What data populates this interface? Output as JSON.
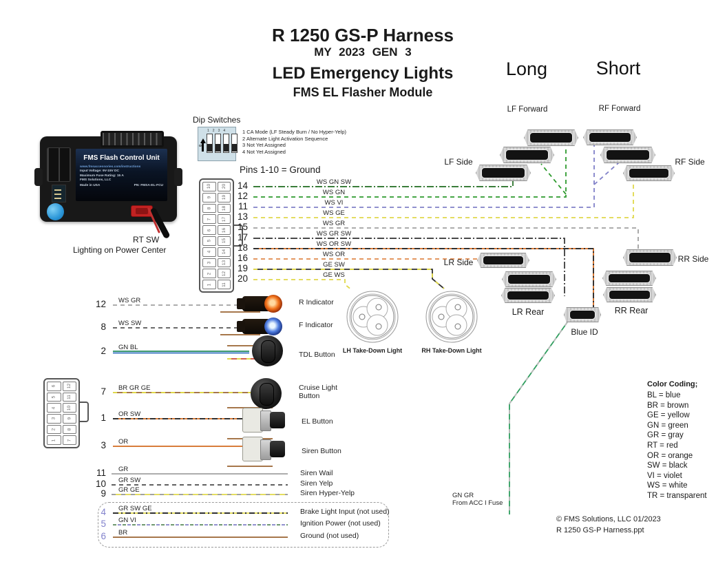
{
  "title": {
    "line1": "R 1250 GS-P Harness",
    "line2": "MY 2023 GEN 3",
    "line3": "LED Emergency Lights",
    "line4": "FMS EL Flasher Module"
  },
  "headers": {
    "long": "Long",
    "short": "Short"
  },
  "dip_switches": {
    "label": "Dip Switches",
    "on_label": "ON",
    "switch_numbers": [
      "1",
      "2",
      "3",
      "4"
    ],
    "notes": [
      "1  CA Mode (LF Steady Burn / No Hyper-Yelp)",
      "2  Alternate Light Activation Sequence",
      "3  Not Yet Assigned",
      "4  Not Yet Assigned"
    ]
  },
  "pins_ground_note": "Pins 1-10 = Ground",
  "controller": {
    "panel_title": "FMS Flash Control Unit",
    "panel_lines": [
      "www.fmsaccessories.com/instructions",
      "Input Voltage:  9V-15V DC",
      "Maximum Fuse Rating:  15 A",
      "FMS Solutions, LLC"
    ],
    "made_in": "Made in USA",
    "pn": "PN:  FMSA-EL-FCU",
    "caption_line1": "RT SW",
    "caption_line2": "Lighting on Power Center"
  },
  "connector20": {
    "left_col": [
      "10",
      "9",
      "8",
      "7",
      "6",
      "5",
      "4",
      "3",
      "2",
      "1"
    ],
    "right_col": [
      "20",
      "19",
      "18",
      "17",
      "16",
      "15",
      "14",
      "13",
      "12",
      "11"
    ]
  },
  "connector12": {
    "left_col": [
      "6",
      "5",
      "4",
      "3",
      "2",
      "1"
    ],
    "right_col": [
      "12",
      "11",
      "10",
      "9",
      "8",
      "7"
    ]
  },
  "pins_right": [
    {
      "pin": "14",
      "wire": "WS GN SW"
    },
    {
      "pin": "12",
      "wire": "WS GN"
    },
    {
      "pin": "11",
      "wire": "WS VI"
    },
    {
      "pin": "13",
      "wire": "WS GE"
    },
    {
      "pin": "15",
      "wire": "WS GR"
    },
    {
      "pin": "17",
      "wire": "WS GR SW"
    },
    {
      "pin": "18",
      "wire": "WS OR SW"
    },
    {
      "pin": "16",
      "wire": "WS OR"
    },
    {
      "pin": "19",
      "wire": "GE SW"
    },
    {
      "pin": "20",
      "wire": "GE WS"
    }
  ],
  "rows_left": [
    {
      "pin": "12",
      "wire": "WS GR",
      "label": "R Indicator",
      "device": "indicator-red",
      "unused": false
    },
    {
      "pin": "8",
      "wire": "WS SW",
      "label": "F Indicator",
      "device": "indicator-blue",
      "unused": false
    },
    {
      "pin": "2",
      "wire": "GN BL",
      "label": "TDL Button",
      "device": "rocker",
      "unused": false
    },
    {
      "pin": "7",
      "wire": "BR GR GE",
      "label": "Cruise Light Button",
      "device": "rocker",
      "unused": false
    },
    {
      "pin": "1",
      "wire": "OR SW",
      "label": "EL Button",
      "device": "pushbutton",
      "unused": false
    },
    {
      "pin": "3",
      "wire": "OR",
      "label": "Siren Button",
      "device": "pushbutton",
      "unused": false
    },
    {
      "pin": "11",
      "wire": "GR",
      "label": "Siren Wail",
      "device": "",
      "unused": false
    },
    {
      "pin": "10",
      "wire": "GR SW",
      "label": "Siren Yelp",
      "device": "",
      "unused": false
    },
    {
      "pin": "9",
      "wire": "GR GE",
      "label": "Siren Hyper-Yelp",
      "device": "",
      "unused": false
    },
    {
      "pin": "4",
      "wire": "GR SW GE",
      "label": "Brake Light Input (not used)",
      "device": "",
      "unused": true
    },
    {
      "pin": "5",
      "wire": "GN VI",
      "label": "Ignition Power (not used)",
      "device": "",
      "unused": true
    },
    {
      "pin": "6",
      "wire": "BR",
      "label": "Ground (not used)",
      "device": "",
      "unused": true
    }
  ],
  "takedown_lights": {
    "lh": "LH Take-Down Light",
    "rh": "RH Take-Down Light"
  },
  "light_labels": {
    "lf_forward": "LF Forward",
    "rf_forward": "RF Forward",
    "lf_side": "LF Side",
    "rf_side": "RF Side",
    "lr_side": "LR Side",
    "rr_side": "RR Side",
    "lr_rear": "LR Rear",
    "rr_rear": "RR Rear",
    "blue_id": "Blue ID"
  },
  "acc_fuse": {
    "line1": "GN GR",
    "line2": "From ACC I Fuse"
  },
  "color_coding": {
    "title": "Color Coding;",
    "entries": [
      "BL = blue",
      "BR = brown",
      "GE = yellow",
      "GN = green",
      "GR = gray",
      "RT = red",
      "OR = orange",
      "SW = black",
      "VI  = violet",
      "WS = white",
      "TR = transparent"
    ]
  },
  "footer": {
    "line1": "© FMS Solutions, LLC  01/2023",
    "line2": "R 1250 GS-P Harness.ppt"
  },
  "wire_palette": {
    "GN": "#2d9a2d",
    "GN_DARK": "#1e6b1e",
    "VI": "#8080c8",
    "GE": "#e0d84a",
    "GR": "#a0a0a0",
    "SW": "#2f2f2f",
    "OR": "#e0874a",
    "OR_DARK": "#d2691e",
    "BR": "#9a6230",
    "BL": "#2f6fbf",
    "TEAL": "#1f8a5a",
    "RED": "#cc4433",
    "ACC_GREEN": "#2e9e5e"
  }
}
